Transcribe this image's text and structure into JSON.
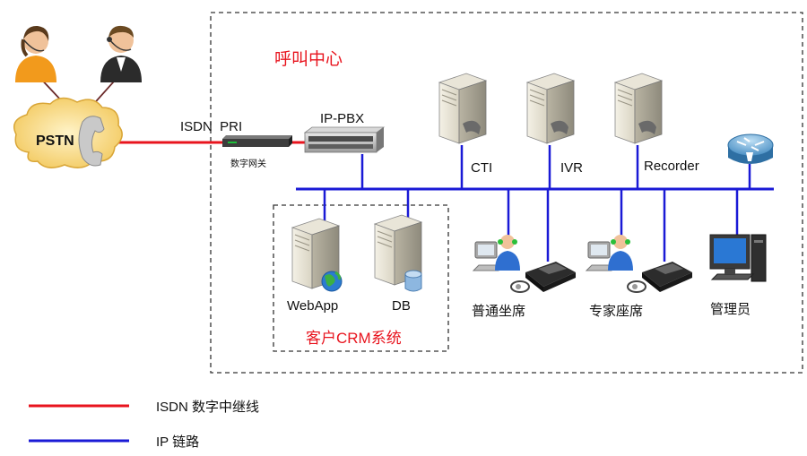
{
  "call_center": {
    "title": "呼叫中心"
  },
  "pstn": {
    "label": "PSTN"
  },
  "trunk": {
    "label": "ISDN  PRI"
  },
  "gateway": {
    "label": "数字网关"
  },
  "ipbx": {
    "label": "IP-PBX"
  },
  "servers": [
    {
      "label": "CTI"
    },
    {
      "label": "IVR"
    },
    {
      "label": "Recorder"
    }
  ],
  "crm": {
    "title": "客户CRM系统",
    "webapp": "WebApp",
    "db": "DB"
  },
  "agents": {
    "normal": "普通坐席",
    "expert": "专家座席",
    "admin": "管理员"
  },
  "legend": [
    {
      "label": "ISDN 数字中继线",
      "color": "#e8141e"
    },
    {
      "label": "IP 链路",
      "color": "#1a1ad6"
    }
  ],
  "colors": {
    "isdn": "#e8141e",
    "ip": "#1a1ad6",
    "title": "#e8141e"
  }
}
